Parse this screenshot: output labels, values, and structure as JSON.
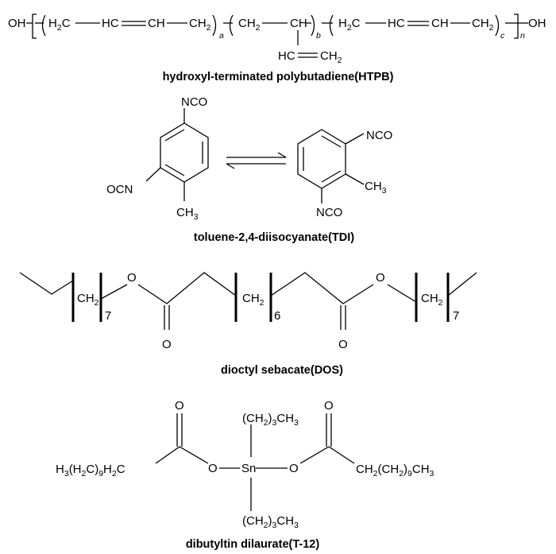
{
  "htpb": {
    "caption": "hydroxyl-terminated polybutadiene(HTPB)",
    "oh_left": "OH",
    "oh_right": "OH",
    "ch2": "CH",
    "sub2": "2",
    "h2c_h": "H",
    "h2c_c": "C",
    "hc": "HC",
    "ch": "CH",
    "index_a": "a",
    "index_b": "b",
    "index_c": "c",
    "index_n": "n"
  },
  "tdi": {
    "caption": "toluene-2,4-diisocyanate(TDI)",
    "nco": "NCO",
    "ocn": "OCN",
    "ch3": "CH",
    "sub3": "3"
  },
  "dos": {
    "caption": "dioctyl sebacate(DOS)",
    "ch2": "CH",
    "sub2": "2",
    "repeat_7": "7",
    "repeat_6": "6",
    "oxygen": "O"
  },
  "t12": {
    "caption": "dibutyltin dilaurate(T-12)",
    "oxygen": "O",
    "tin": "Sn",
    "butyl_open": "(CH",
    "butyl_mid": ")",
    "butyl_ch": "CH",
    "sub2": "2",
    "sub3": "3",
    "sub9": "9",
    "h3c_h": "H",
    "h3c_c": "C",
    "h2c_h": "H",
    "h2c_c": "C",
    "paren_open": "(H",
    "paren_h2c_c": "C)",
    "ch2_paren": "CH",
    "ch2_paren_open": "(CH",
    "ch3": "CH"
  }
}
